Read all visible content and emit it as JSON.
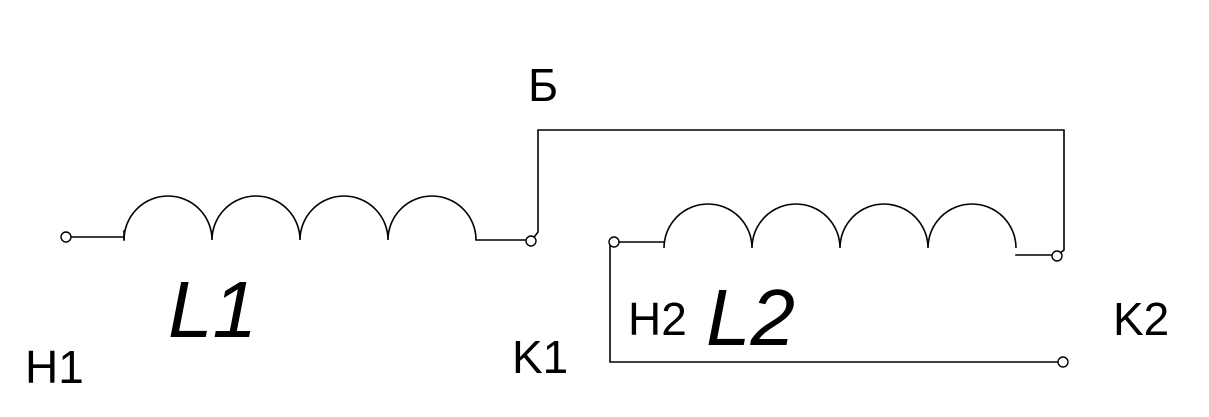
{
  "labels": {
    "bridge": "Б",
    "coil1": "L1",
    "coil2": "L2",
    "h1": "H1",
    "k1": "K1",
    "h2": "H2",
    "k2": "K2"
  },
  "colors": {
    "stroke": "#000000",
    "background": "#ffffff"
  }
}
